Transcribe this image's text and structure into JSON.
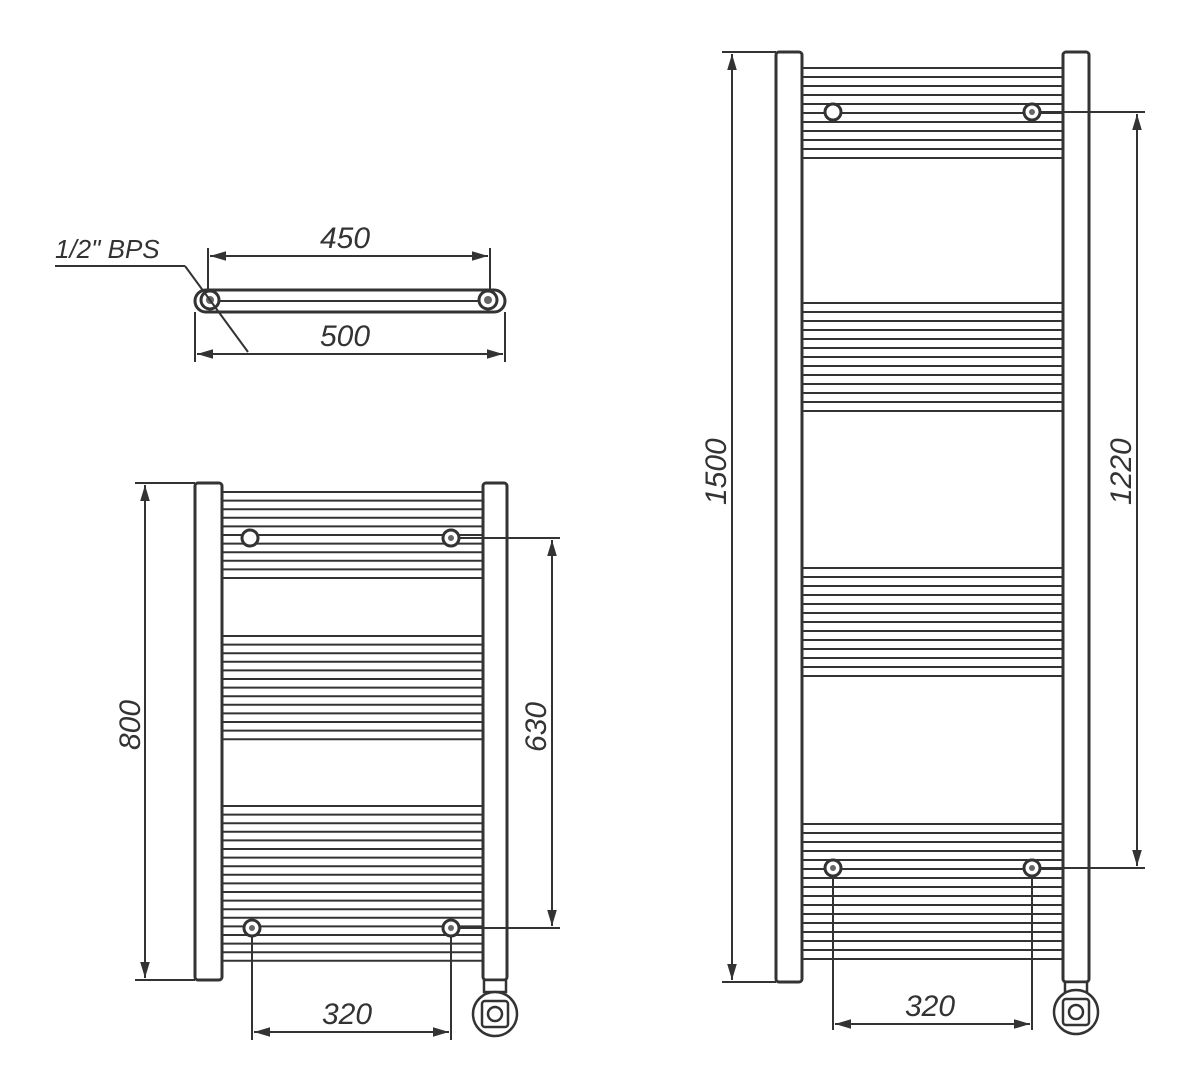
{
  "top_view": {
    "connection_label": "1/2\" BPS",
    "dim_inner_width": "450",
    "dim_outer_width": "500"
  },
  "small_radiator": {
    "dim_height": "800",
    "dim_pipe_spacing_vertical": "630",
    "dim_pipe_spacing_horizontal": "320"
  },
  "large_radiator": {
    "dim_height": "1500",
    "dim_pipe_spacing_vertical": "1220",
    "dim_pipe_spacing_horizontal": "320"
  }
}
